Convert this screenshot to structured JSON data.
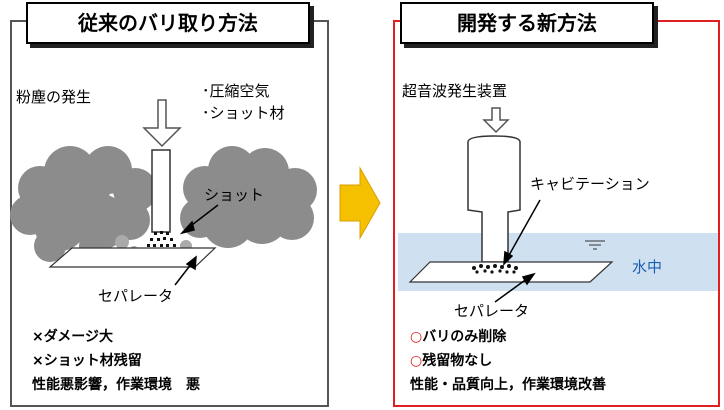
{
  "left": {
    "title": "従来のバリ取り方法",
    "dust_label": "粉塵の発生",
    "media_line1": "･圧縮空気",
    "media_line2": "･ショット材",
    "shot_label": "ショット",
    "separator_label": "セパレータ",
    "result_lines": [
      "×ダメージ大",
      "×ショット材残留",
      "性能悪影響，作業環境　悪"
    ]
  },
  "right": {
    "title": "開発する新方法",
    "device_label": "超音波発生装置",
    "cavitation_label": "キャビテーション",
    "water_label": "水中",
    "separator_label": "セパレータ",
    "result_lines": [
      {
        "mark": "○",
        "text": "バリのみ削除"
      },
      {
        "mark": "○",
        "text": "残留物なし"
      },
      {
        "mark": "",
        "text": "性能・品質向上，作業環境改善"
      }
    ]
  },
  "colors": {
    "arrow": "#f5c000",
    "water": "#cfe0f0",
    "accent": "#e02020",
    "cloud": "#8c8c8c"
  },
  "icons": [
    "down-arrow-icon",
    "right-arrow-icon"
  ]
}
